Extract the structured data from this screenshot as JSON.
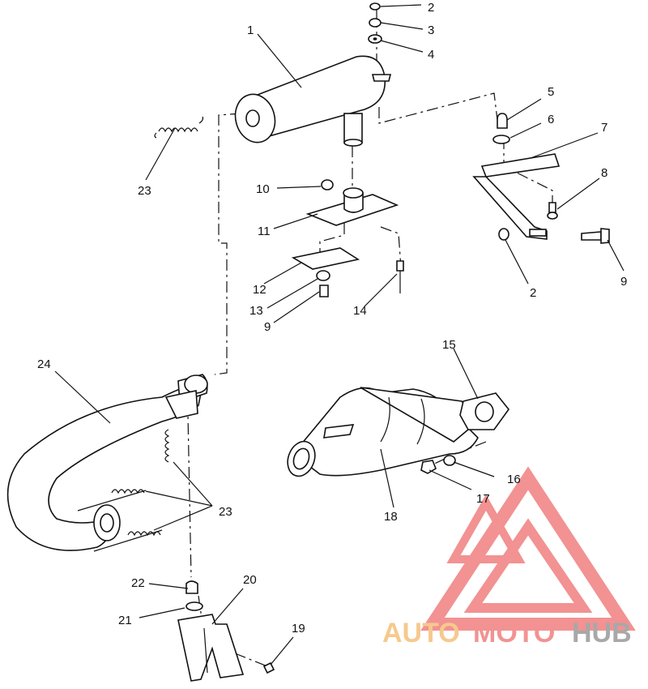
{
  "diagram": {
    "callouts": {
      "c1": "1",
      "c2a": "2",
      "c3": "3",
      "c4": "4",
      "c5": "5",
      "c6": "6",
      "c7": "7",
      "c8": "8",
      "c9a": "9",
      "c2b": "2",
      "c10": "10",
      "c11": "11",
      "c12": "12",
      "c13": "13",
      "c9b": "9",
      "c14": "14",
      "c15": "15",
      "c16": "16",
      "c17": "17",
      "c18": "18",
      "c23a": "23",
      "c23b": "23",
      "c24": "24",
      "c19": "19",
      "c20": "20",
      "c21": "21",
      "c22": "22"
    }
  },
  "watermark": {
    "brand_auto": "AUTO",
    "brand_moto": "MOTO",
    "brand_hub": "HUB",
    "colors": {
      "triangle": "#f08080",
      "auto": "#f5c07a",
      "moto": "#f08080",
      "hub": "#9a9a9a"
    }
  }
}
